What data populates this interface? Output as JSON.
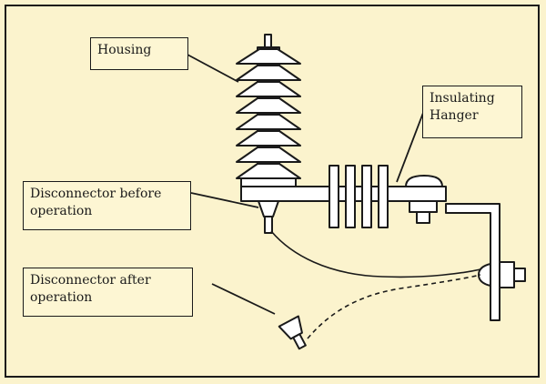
{
  "labels": {
    "housing": "Housing",
    "insulating_hanger_line1": "Insulating",
    "insulating_hanger_line2": "Hanger",
    "disconnector_before_line1": "Disconnector before",
    "disconnector_before_line2": "operation",
    "disconnector_after_line1": "Disconnector after",
    "disconnector_after_line2": "operation"
  },
  "colors": {
    "background": "#fbf3cd",
    "stroke": "#1a1a1a",
    "fill": "#ffffff"
  }
}
